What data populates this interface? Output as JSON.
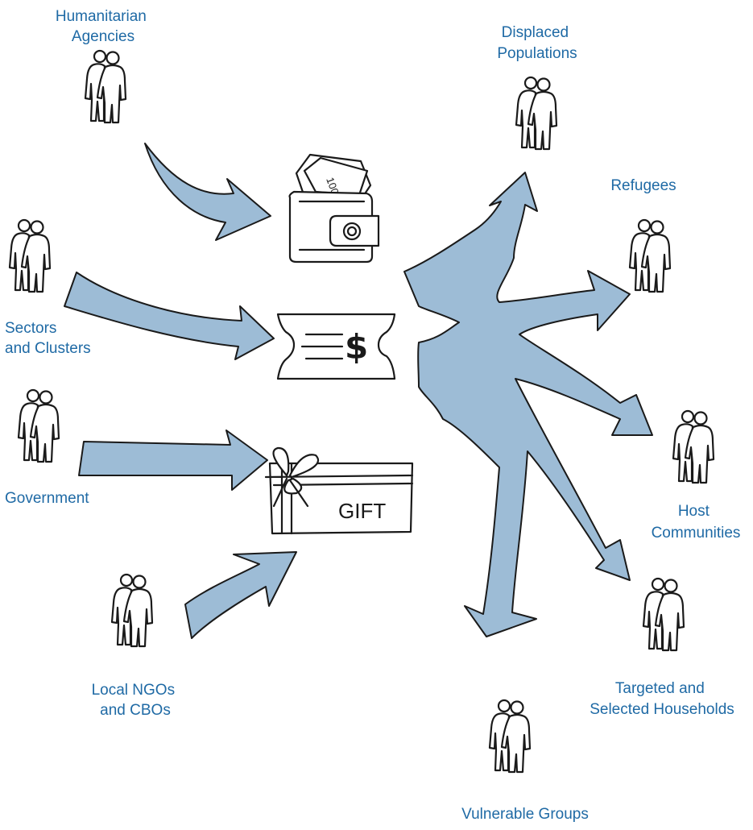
{
  "sources": [
    {
      "id": "humanitarian",
      "lines": [
        "Humanitarian",
        "Agencies"
      ]
    },
    {
      "id": "sectors",
      "lines": [
        "Sectors",
        "and Clusters"
      ]
    },
    {
      "id": "government",
      "lines": [
        "Government"
      ]
    },
    {
      "id": "local-ngos",
      "lines": [
        "Local NGOs",
        "and CBOs"
      ]
    }
  ],
  "recipients": [
    {
      "id": "displaced",
      "lines": [
        "Displaced",
        "Populations"
      ]
    },
    {
      "id": "refugees",
      "lines": [
        "Refugees"
      ]
    },
    {
      "id": "host",
      "lines": [
        "Host",
        "Communities"
      ]
    },
    {
      "id": "targeted",
      "lines": [
        "Targeted and",
        "Selected Households"
      ]
    },
    {
      "id": "vulnerable",
      "lines": [
        "Vulnerable Groups"
      ]
    }
  ],
  "transfer_modalities": [
    {
      "id": "cash",
      "icon": "wallet-icon",
      "note": "100"
    },
    {
      "id": "voucher",
      "icon": "voucher-icon",
      "symbol": "$"
    },
    {
      "id": "in-kind",
      "icon": "gift-box-icon",
      "text": "GIFT"
    }
  ],
  "colors": {
    "label": "#1f6aa5",
    "arrow_fill": "#9dbcd6",
    "ink": "#1a1a1a"
  }
}
